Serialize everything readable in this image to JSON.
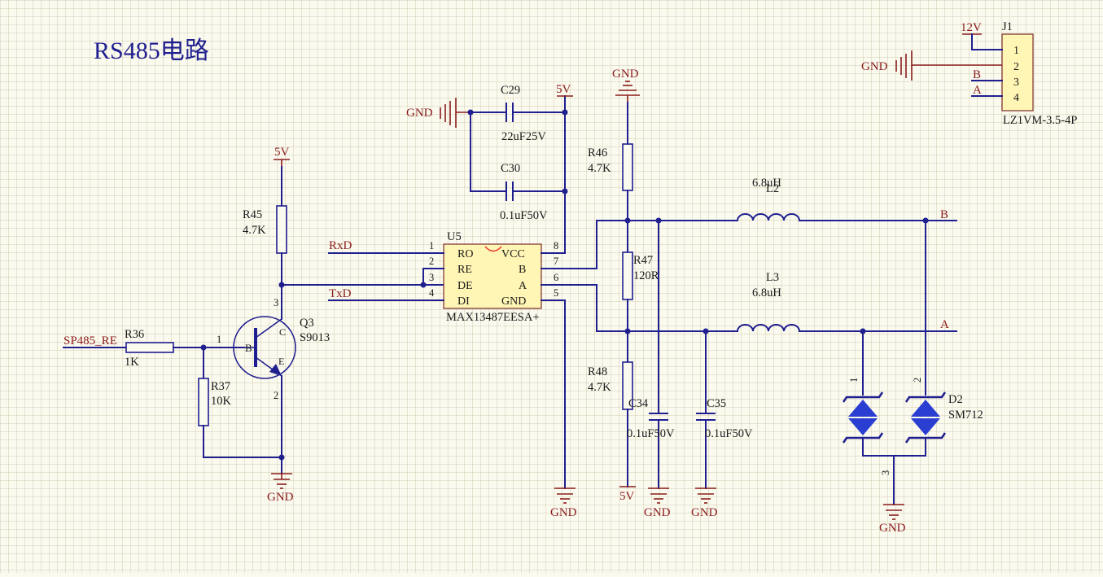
{
  "title": "RS485电路",
  "nets": {
    "rxd": "RxD",
    "txd": "TxD",
    "sp485_re": "SP485_RE",
    "b": "B",
    "a": "A",
    "v5_r45": "5V",
    "v5_c29": "5V",
    "v5_r48": "5V",
    "v12": "12V",
    "j1_b": "B",
    "j1_a": "A",
    "gnd_q3": "GND",
    "gnd_u5": "GND",
    "gnd_r46": "GND",
    "gnd_c29": "GND",
    "gnd_c34": "GND",
    "gnd_c35": "GND",
    "gnd_d2": "GND",
    "gnd_j1": "GND"
  },
  "components": {
    "u5": {
      "ref": "U5",
      "value": "MAX13487EESA+",
      "pins_left": [
        {
          "num": "1",
          "name": "RO"
        },
        {
          "num": "2",
          "name": "RE"
        },
        {
          "num": "3",
          "name": "DE"
        },
        {
          "num": "4",
          "name": "DI"
        }
      ],
      "pins_right": [
        {
          "num": "8",
          "name": "VCC"
        },
        {
          "num": "7",
          "name": "B"
        },
        {
          "num": "6",
          "name": "A"
        },
        {
          "num": "5",
          "name": "GND"
        }
      ]
    },
    "q3": {
      "ref": "Q3",
      "value": "S9013",
      "b": "B",
      "c": "C",
      "e": "E",
      "pin1": "1",
      "pin2": "2",
      "pin3": "3"
    },
    "r36": {
      "ref": "R36",
      "value": "1K"
    },
    "r37": {
      "ref": "R37",
      "value": "10K"
    },
    "r45": {
      "ref": "R45",
      "value": "4.7K"
    },
    "r46": {
      "ref": "R46",
      "value": "4.7K"
    },
    "r47": {
      "ref": "R47",
      "value": "120R"
    },
    "r48": {
      "ref": "R48",
      "value": "4.7K"
    },
    "c29": {
      "ref": "C29",
      "value": "22uF25V"
    },
    "c30": {
      "ref": "C30",
      "value": "0.1uF50V"
    },
    "c34": {
      "ref": "C34",
      "value": "0.1uF50V"
    },
    "c35": {
      "ref": "C35",
      "value": "0.1uF50V"
    },
    "l2": {
      "ref": "L2",
      "value": "6.8uH"
    },
    "l3": {
      "ref": "L3",
      "value": "6.8uH"
    },
    "d2": {
      "ref": "D2",
      "value": "SM712",
      "pin1": "1",
      "pin2": "2",
      "pin3": "3"
    },
    "j1": {
      "ref": "J1",
      "value": "LZ1VM-3.5-4P",
      "pins": [
        "1",
        "2",
        "3",
        "4"
      ]
    }
  },
  "colors": {
    "wire": "#1f1f8f",
    "power": "#8a1c1c",
    "ic_fill": "#fff5b4",
    "background": "#fbfaef"
  }
}
